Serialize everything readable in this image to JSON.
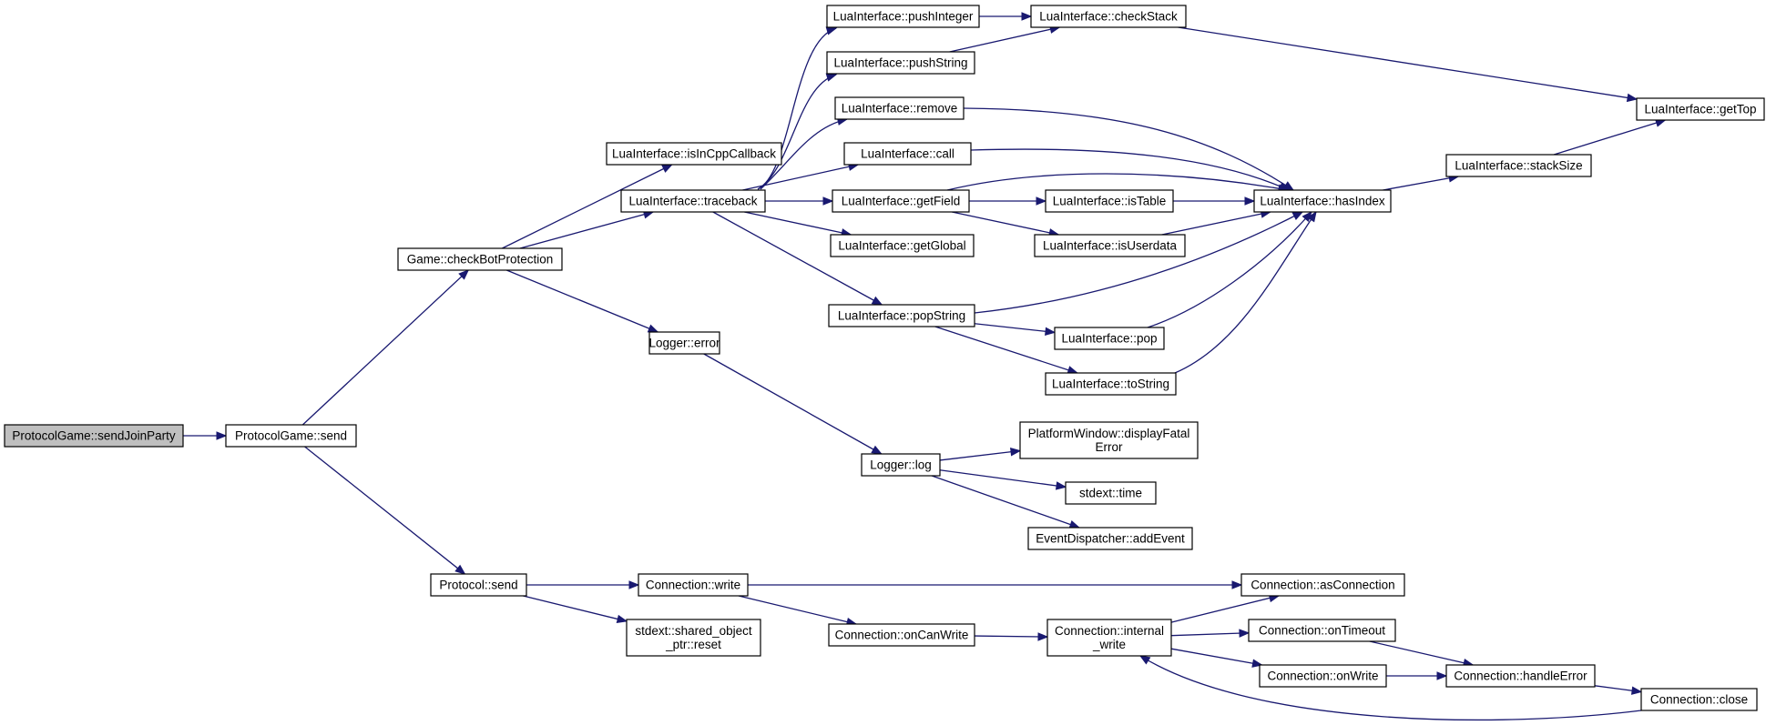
{
  "graph": {
    "colors": {
      "edge": "#191970",
      "node_border": "#000000",
      "root_fill": "#bfbfbf",
      "node_fill": "#ffffff"
    },
    "nodes": [
      {
        "id": "sendJoinParty",
        "lines": [
          "ProtocolGame::sendJoinParty"
        ],
        "root": true
      },
      {
        "id": "pgSend",
        "lines": [
          "ProtocolGame::send"
        ]
      },
      {
        "id": "checkBot",
        "lines": [
          "Game::checkBotProtection"
        ]
      },
      {
        "id": "isInCpp",
        "lines": [
          "LuaInterface::isInCppCallback"
        ]
      },
      {
        "id": "traceback",
        "lines": [
          "LuaInterface::traceback"
        ]
      },
      {
        "id": "loggerError",
        "lines": [
          "Logger::error"
        ]
      },
      {
        "id": "loggerLog",
        "lines": [
          "Logger::log"
        ]
      },
      {
        "id": "pushInteger",
        "lines": [
          "LuaInterface::pushInteger"
        ]
      },
      {
        "id": "pushString",
        "lines": [
          "LuaInterface::pushString"
        ]
      },
      {
        "id": "remove",
        "lines": [
          "LuaInterface::remove"
        ]
      },
      {
        "id": "call",
        "lines": [
          "LuaInterface::call"
        ]
      },
      {
        "id": "getField",
        "lines": [
          "LuaInterface::getField"
        ]
      },
      {
        "id": "getGlobal",
        "lines": [
          "LuaInterface::getGlobal"
        ]
      },
      {
        "id": "popString",
        "lines": [
          "LuaInterface::popString"
        ]
      },
      {
        "id": "checkStack",
        "lines": [
          "LuaInterface::checkStack"
        ]
      },
      {
        "id": "isTable",
        "lines": [
          "LuaInterface::isTable"
        ]
      },
      {
        "id": "isUserdata",
        "lines": [
          "LuaInterface::isUserdata"
        ]
      },
      {
        "id": "pop",
        "lines": [
          "LuaInterface::pop"
        ]
      },
      {
        "id": "toString",
        "lines": [
          "LuaInterface::toString"
        ]
      },
      {
        "id": "hasIndex",
        "lines": [
          "LuaInterface::hasIndex"
        ]
      },
      {
        "id": "stackSize",
        "lines": [
          "LuaInterface::stackSize"
        ]
      },
      {
        "id": "getTop",
        "lines": [
          "LuaInterface::getTop"
        ]
      },
      {
        "id": "displayFatal",
        "lines": [
          "PlatformWindow::displayFatal",
          "Error"
        ]
      },
      {
        "id": "stdextTime",
        "lines": [
          "stdext::time"
        ]
      },
      {
        "id": "addEvent",
        "lines": [
          "EventDispatcher::addEvent"
        ]
      },
      {
        "id": "protocolSend",
        "lines": [
          "Protocol::send"
        ]
      },
      {
        "id": "connWrite",
        "lines": [
          "Connection::write"
        ]
      },
      {
        "id": "reset",
        "lines": [
          "stdext::shared_object",
          "_ptr::reset"
        ]
      },
      {
        "id": "onCanWrite",
        "lines": [
          "Connection::onCanWrite"
        ]
      },
      {
        "id": "internalWrite",
        "lines": [
          "Connection::internal",
          "_write"
        ]
      },
      {
        "id": "asConnection",
        "lines": [
          "Connection::asConnection"
        ]
      },
      {
        "id": "onTimeout",
        "lines": [
          "Connection::onTimeout"
        ]
      },
      {
        "id": "onWrite",
        "lines": [
          "Connection::onWrite"
        ]
      },
      {
        "id": "handleError",
        "lines": [
          "Connection::handleError"
        ]
      },
      {
        "id": "close",
        "lines": [
          "Connection::close"
        ]
      }
    ],
    "edges": [
      [
        "sendJoinParty",
        "pgSend"
      ],
      [
        "pgSend",
        "checkBot"
      ],
      [
        "pgSend",
        "protocolSend"
      ],
      [
        "checkBot",
        "isInCpp"
      ],
      [
        "checkBot",
        "traceback"
      ],
      [
        "checkBot",
        "loggerError"
      ],
      [
        "traceback",
        "pushInteger"
      ],
      [
        "traceback",
        "pushString"
      ],
      [
        "traceback",
        "remove"
      ],
      [
        "traceback",
        "call"
      ],
      [
        "traceback",
        "getField"
      ],
      [
        "traceback",
        "getGlobal"
      ],
      [
        "traceback",
        "popString"
      ],
      [
        "pushInteger",
        "checkStack"
      ],
      [
        "pushString",
        "checkStack"
      ],
      [
        "checkStack",
        "getTop"
      ],
      [
        "remove",
        "hasIndex"
      ],
      [
        "call",
        "hasIndex"
      ],
      [
        "getField",
        "hasIndex"
      ],
      [
        "getField",
        "isTable"
      ],
      [
        "getField",
        "isUserdata"
      ],
      [
        "isTable",
        "hasIndex"
      ],
      [
        "isUserdata",
        "hasIndex"
      ],
      [
        "popString",
        "hasIndex"
      ],
      [
        "popString",
        "pop"
      ],
      [
        "popString",
        "toString"
      ],
      [
        "pop",
        "hasIndex"
      ],
      [
        "toString",
        "hasIndex"
      ],
      [
        "hasIndex",
        "stackSize"
      ],
      [
        "stackSize",
        "getTop"
      ],
      [
        "loggerError",
        "loggerLog"
      ],
      [
        "loggerLog",
        "displayFatal"
      ],
      [
        "loggerLog",
        "stdextTime"
      ],
      [
        "loggerLog",
        "addEvent"
      ],
      [
        "protocolSend",
        "connWrite"
      ],
      [
        "protocolSend",
        "reset"
      ],
      [
        "connWrite",
        "asConnection"
      ],
      [
        "connWrite",
        "onCanWrite"
      ],
      [
        "onCanWrite",
        "internalWrite"
      ],
      [
        "internalWrite",
        "asConnection"
      ],
      [
        "internalWrite",
        "onTimeout"
      ],
      [
        "internalWrite",
        "onWrite"
      ],
      [
        "onTimeout",
        "handleError"
      ],
      [
        "onWrite",
        "handleError"
      ],
      [
        "handleError",
        "close"
      ],
      [
        "close",
        "internalWrite"
      ]
    ]
  }
}
